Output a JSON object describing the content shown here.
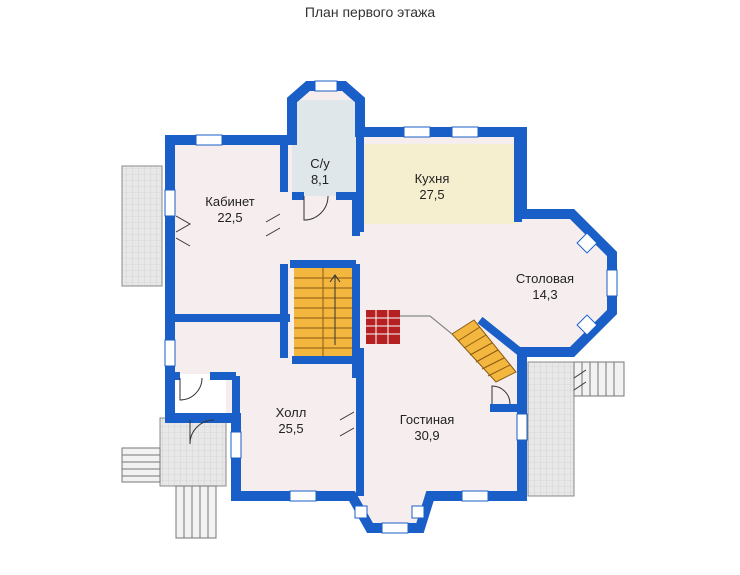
{
  "title": "План первого этажа",
  "colors": {
    "wall": "#1a5fc7",
    "floor": "#f6eeee",
    "kitchen": "#f6efcf",
    "bath": "#dfe7ea",
    "stair": "#f3b63f",
    "fireplace": "#b52020",
    "porch": "#dcdcdc"
  },
  "rooms": {
    "cabinet": {
      "name": "Кабинет",
      "area": "22,5"
    },
    "bath": {
      "name": "С/у",
      "area": "8,1"
    },
    "kitchen": {
      "name": "Кухня",
      "area": "27,5"
    },
    "dining": {
      "name": "Столовая",
      "area": "14,3"
    },
    "hall": {
      "name": "Холл",
      "area": "25,5"
    },
    "living": {
      "name": "Гостиная",
      "area": "30,9"
    }
  }
}
